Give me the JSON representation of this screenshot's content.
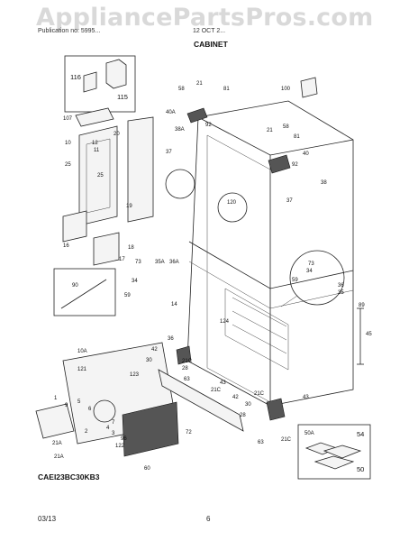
{
  "watermark": "AppliancePartsPros.com",
  "header": {
    "left_text": "Publication no: 5995...",
    "right_text": "12 OCT 2...",
    "section_title": "CABINET"
  },
  "model_code": "CAEI23BC30KB3",
  "footer": {
    "date": "03/13",
    "page_number": "6"
  },
  "part_labels": {
    "p116": "116",
    "p115": "115",
    "p107": "107",
    "p10": "10",
    "p12": "12",
    "p11": "11",
    "p25a": "25",
    "p25b": "25",
    "p20": "20",
    "p19": "19",
    "p16": "16",
    "p18": "18",
    "p17": "17",
    "p58a": "58",
    "p21a": "21",
    "p81a": "81",
    "p100": "100",
    "p40a": "40A",
    "p92a": "92",
    "p38a": "38A",
    "p37a": "37",
    "p21b": "21",
    "p58b": "58",
    "p81b": "81",
    "p40": "40",
    "p92b": "92",
    "p38": "38",
    "p37b": "37",
    "p120": "120",
    "p73a": "73",
    "p35a": "35A",
    "p36a": "36A",
    "p34a": "34",
    "p59a": "59",
    "p90": "90",
    "p14": "14",
    "p124": "124",
    "p73b": "73",
    "p34b": "34",
    "p59b": "59",
    "p36b": "36",
    "p35b": "35",
    "p89": "89",
    "p45": "45",
    "p10a": "10A",
    "p121": "121",
    "p36c": "36",
    "p42a": "42",
    "p30a": "30",
    "p21ca": "21C",
    "p28a": "28",
    "p123": "123",
    "p63a": "63",
    "p21cb": "21C",
    "p42b": "42",
    "p30b": "30",
    "p43a": "43",
    "p43b": "43",
    "p28b": "28",
    "p72": "72",
    "p21cc": "21C",
    "p63b": "63",
    "p1": "1",
    "p9": "9",
    "p5": "5",
    "p6": "6",
    "p4": "4",
    "p3": "3",
    "p7": "7",
    "p2": "2",
    "p96": "96",
    "p122": "122",
    "p21aa": "21A",
    "p21ab": "21A",
    "p60": "60",
    "p50a": "50A",
    "p54": "54",
    "p50": "50",
    "p21cd": "21C"
  }
}
